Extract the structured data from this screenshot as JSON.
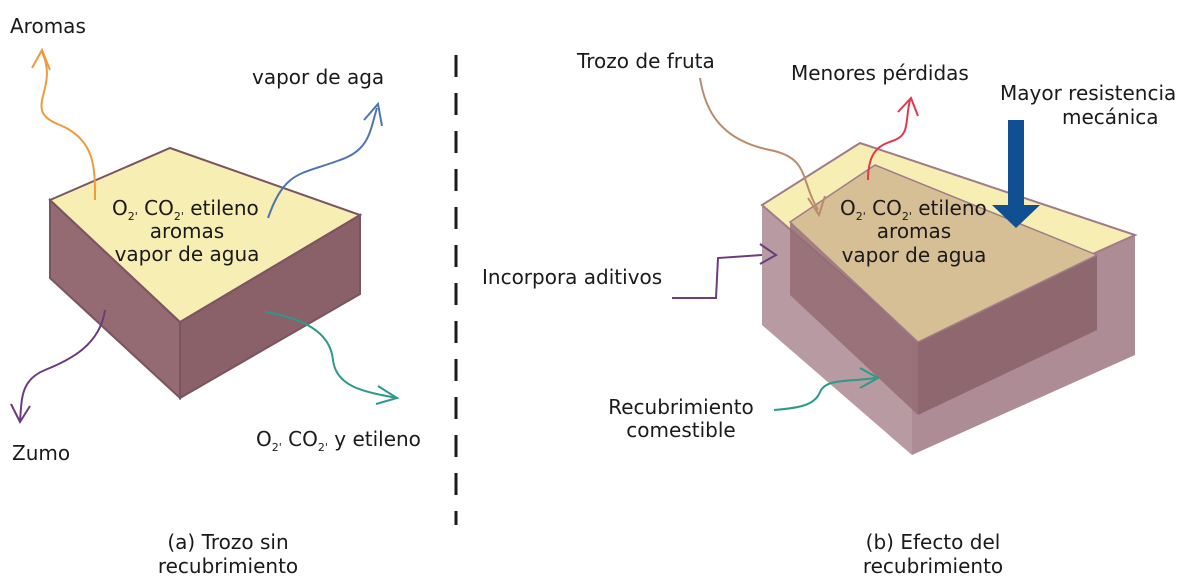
{
  "panel_a": {
    "caption_line1": "(a) Trozo sin",
    "caption_line2": "recubrimiento",
    "arrow_aromas": "Aromas",
    "arrow_vapor": "vapor de aga",
    "arrow_zumo": "Zumo",
    "arrow_gases": {
      "o": "O",
      "o_sub": "2'",
      "co": "CO",
      "co_sub": "2'",
      "rest": " y  etileno"
    },
    "block_gases": {
      "o": "O",
      "o_sub": "2'",
      "co": "CO",
      "co_sub": "2'",
      "rest": " etileno"
    },
    "block_line2": "aromas",
    "block_line3": "vapor de agua"
  },
  "panel_b": {
    "caption_line1": "(b) Efecto del",
    "caption_line2": "recubrimiento",
    "label_trozo": "Trozo de fruta",
    "label_perdidas": "Menores pérdidas",
    "label_resistencia_1": "Mayor resistencia",
    "label_resistencia_2": "mecánica",
    "label_aditivos": "Incorpora aditivos",
    "label_recubrimiento_1": "Recubrimiento",
    "label_recubrimiento_2": "comestible",
    "block_gases": {
      "o": "O",
      "o_sub": "2'",
      "co": "CO",
      "co_sub": "2'",
      "rest": " etileno"
    },
    "block_line2": "aromas",
    "block_line3": "vapor de agua"
  },
  "colors": {
    "block_top": "#f7eeb4",
    "block_side": "#946b73",
    "block_edge": "#7a5560",
    "coating": "#b89aa2",
    "fruit_top": "#d6bf95",
    "arrow_orange": "#ef9a3c",
    "arrow_blue": "#4f74b3",
    "arrow_purple": "#6b3d7d",
    "arrow_teal": "#2b9a8a",
    "arrow_tan": "#b98a6e",
    "arrow_red": "#e0384f",
    "arrow_navy": "#0f4f92"
  }
}
